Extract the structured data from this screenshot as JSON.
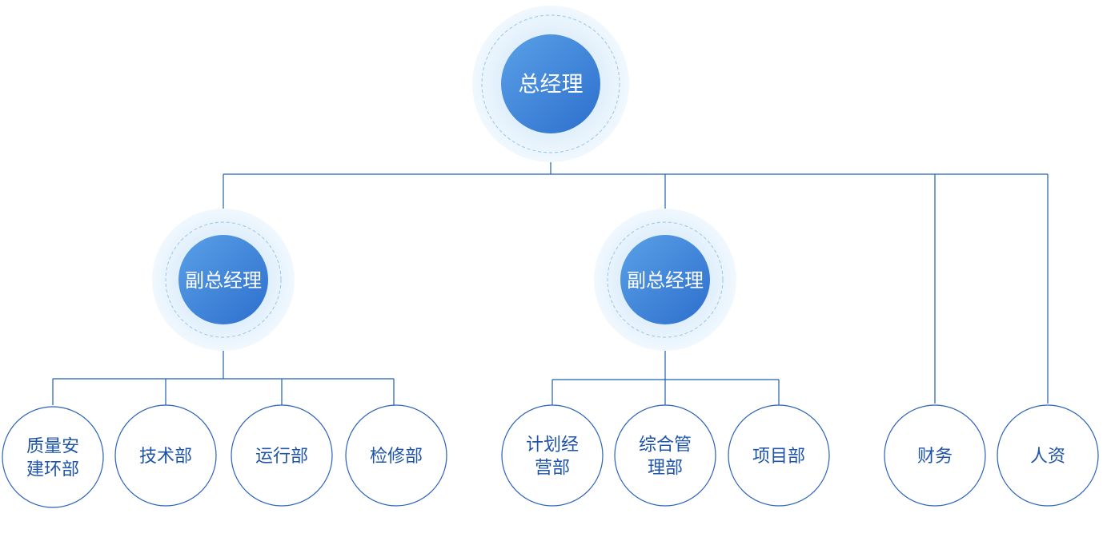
{
  "org_chart": {
    "top": {
      "label": "总经理"
    },
    "deputies": [
      {
        "label": "副总经理"
      },
      {
        "label": "副总经理"
      }
    ],
    "departments": [
      {
        "lines": [
          "质量安",
          "建环部"
        ]
      },
      {
        "lines": [
          "技术部"
        ]
      },
      {
        "lines": [
          "运行部"
        ]
      },
      {
        "lines": [
          "检修部"
        ]
      },
      {
        "lines": [
          "计划经",
          "营部"
        ]
      },
      {
        "lines": [
          "综合管",
          "理部"
        ]
      },
      {
        "lines": [
          "项目部"
        ]
      },
      {
        "lines": [
          "财务"
        ]
      },
      {
        "lines": [
          "人资"
        ]
      }
    ]
  },
  "colors": {
    "line": "#1f5fb0",
    "node_gradient_start": "#5aa0e6",
    "node_gradient_end": "#2d6fce",
    "halo_outer": "#eaf4fd",
    "halo_inner": "#dcedfb",
    "dashed_ring": "#9cc4e8",
    "leaf_border": "#2a62b8",
    "leaf_text": "#1f55a8"
  }
}
